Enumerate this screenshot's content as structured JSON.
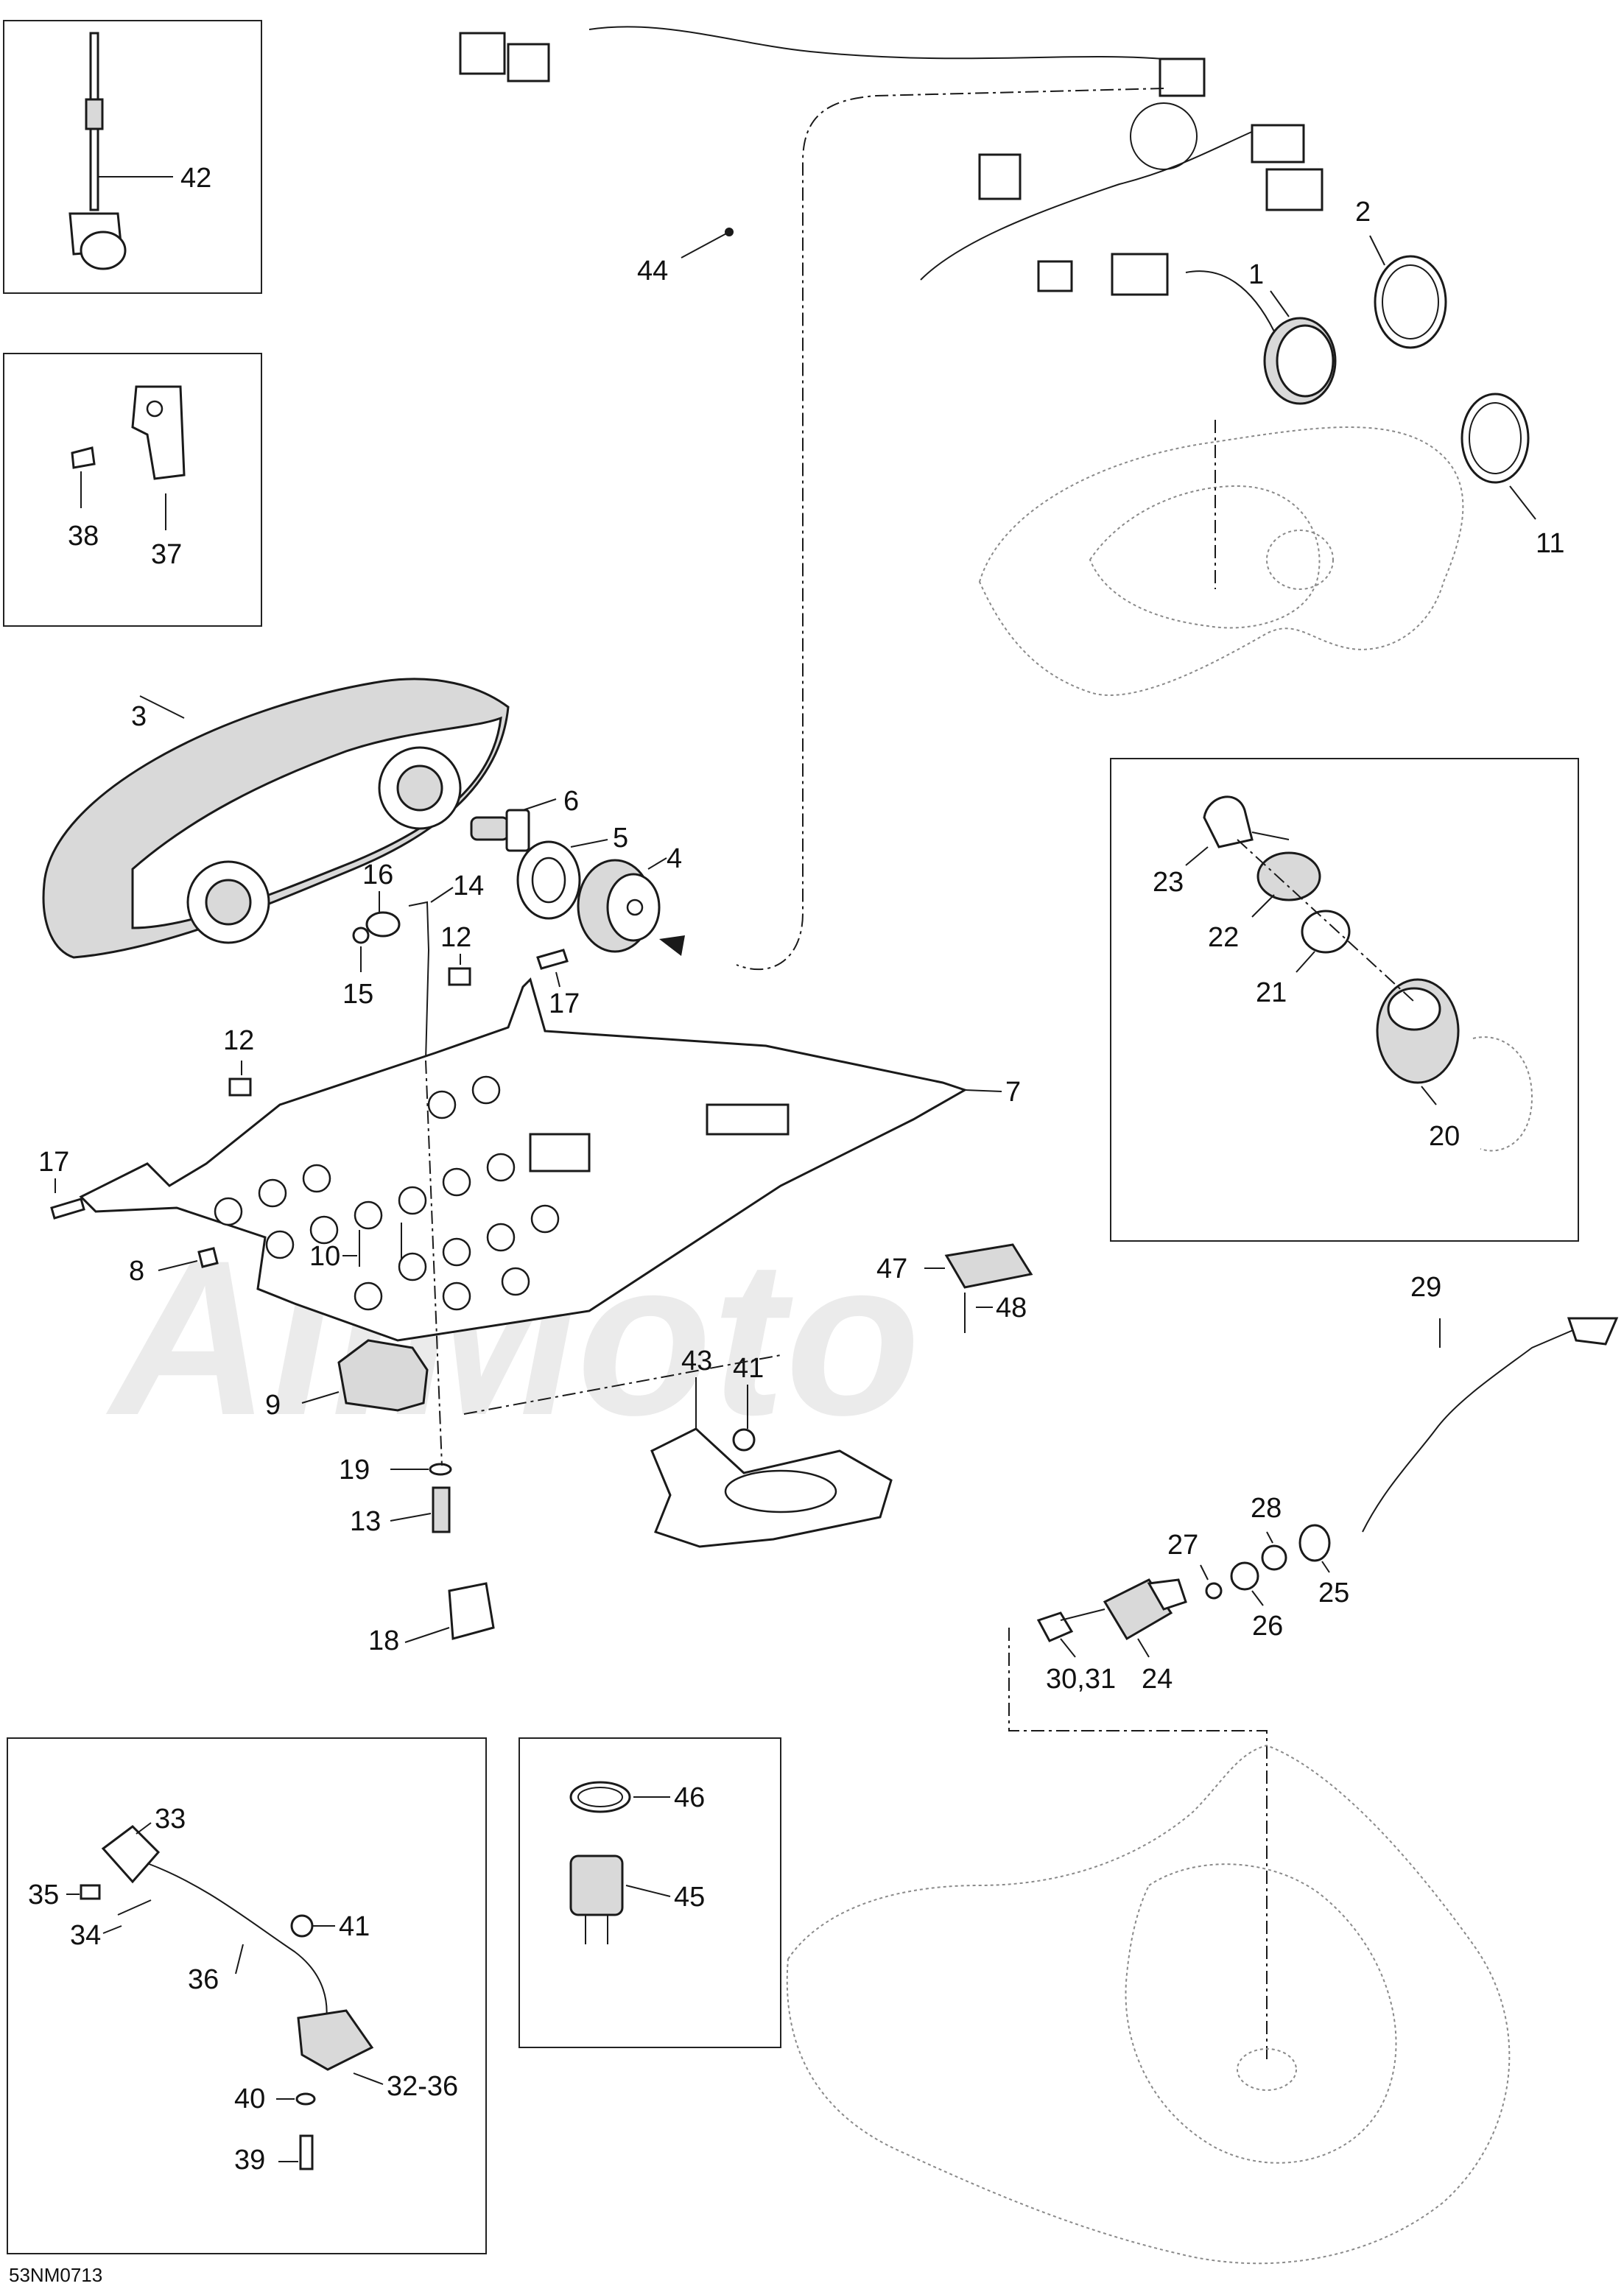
{
  "diagram": {
    "reference_code": "53NM0713",
    "watermark": "AllMoto",
    "callouts": {
      "c1": "1",
      "c2": "2",
      "c3": "3",
      "c4": "4",
      "c5": "5",
      "c6": "6",
      "c7": "7",
      "c8": "8",
      "c9": "9",
      "c10": "10",
      "c11": "11",
      "c12a": "12",
      "c12b": "12",
      "c13": "13",
      "c14": "14",
      "c15": "15",
      "c16": "16",
      "c17a": "17",
      "c17b": "17",
      "c18": "18",
      "c19": "19",
      "c20": "20",
      "c21": "21",
      "c22": "22",
      "c23": "23",
      "c24": "24",
      "c25": "25",
      "c26": "26",
      "c27": "27",
      "c28": "28",
      "c29": "29",
      "c30_31": "30,31",
      "c32_36": "32-36",
      "c33": "33",
      "c34": "34",
      "c35": "35",
      "c36": "36",
      "c37": "37",
      "c38": "38",
      "c39": "39",
      "c40": "40",
      "c41a": "41",
      "c41b": "41",
      "c42": "42",
      "c43": "43",
      "c44": "44",
      "c45": "45",
      "c46": "46",
      "c47": "47",
      "c48": "48"
    }
  }
}
